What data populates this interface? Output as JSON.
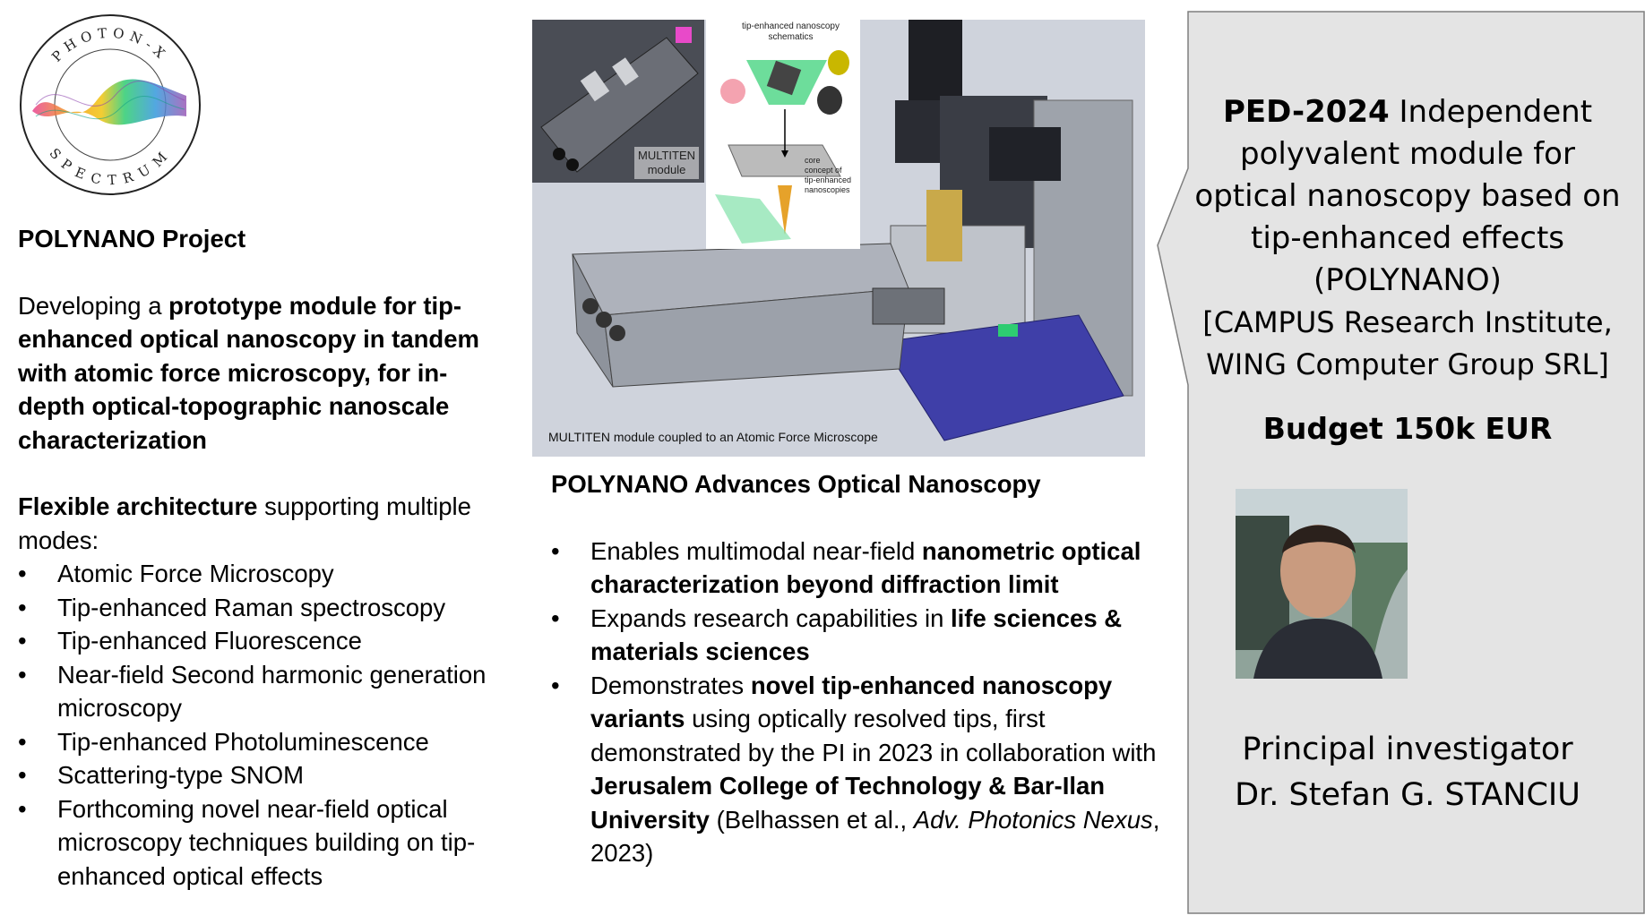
{
  "logo": {
    "top_text": "PHOTON-X",
    "bottom_text": "SPECTRUM"
  },
  "left": {
    "title": "POLYNANO Project",
    "intro_plain": "Developing a ",
    "intro_bold": "prototype module for tip-enhanced optical nanoscopy in tandem with atomic force microscopy, for in-depth optical-topographic nanoscale characterization",
    "arch_bold": "Flexible architecture",
    "arch_plain": " supporting multiple modes:",
    "modes": [
      "Atomic Force Microscopy",
      "Tip-enhanced Raman spectroscopy",
      "Tip-enhanced Fluorescence",
      "Near-field Second harmonic generation microscopy",
      "Tip-enhanced Photoluminescence",
      "Scattering-type SNOM",
      "Forthcoming novel near-field optical microscopy techniques building on tip-enhanced optical effects"
    ]
  },
  "figure": {
    "caption": "MULTITEN module coupled to an Atomic Force Microscope",
    "photo_label_1": "MULTITEN",
    "photo_label_2": "module",
    "schem_title_1": "tip-enhanced nanoscopy",
    "schem_title_2": "schematics",
    "schem_core_1": "core",
    "schem_core_2": "concept of",
    "schem_core_3": "tip-enhanced",
    "schem_core_4": "nanoscopies"
  },
  "mid": {
    "title": "POLYNANO Advances Optical Nanoscopy",
    "b1_plain": "Enables multimodal near-field ",
    "b1_bold": "nanometric optical characterization beyond diffraction limit",
    "b2_plain": "Expands research capabilities in ",
    "b2_bold": "life sciences & materials sciences",
    "b3_plain1": "Demonstrates ",
    "b3_bold1": "novel tip-enhanced nanoscopy variants",
    "b3_plain2": " using optically resolved tips, first demonstrated by the PI in 2023 in collaboration with ",
    "b3_bold2": "Jerusalem College of Technology & Bar-Ilan University",
    "b3_plain3": " (Belhassen et al., ",
    "b3_italic": "Adv. Photonics Nexus",
    "b3_plain4": ", 2023)"
  },
  "callout": {
    "code": "PED-2024",
    "title": " Independent polyvalent module for optical nanoscopy based on tip-enhanced effects (POLYNANO)",
    "org": "[CAMPUS Research Institute, WING Computer Group SRL]",
    "budget": "Budget 150k EUR",
    "pi_role": "Principal investigator",
    "pi_name": "Dr. Stefan G. STANCIU"
  },
  "colors": {
    "callout_fill": "#e4e4e4",
    "callout_border": "#7f7f7f",
    "figure_bg": "#cfd3dc"
  }
}
